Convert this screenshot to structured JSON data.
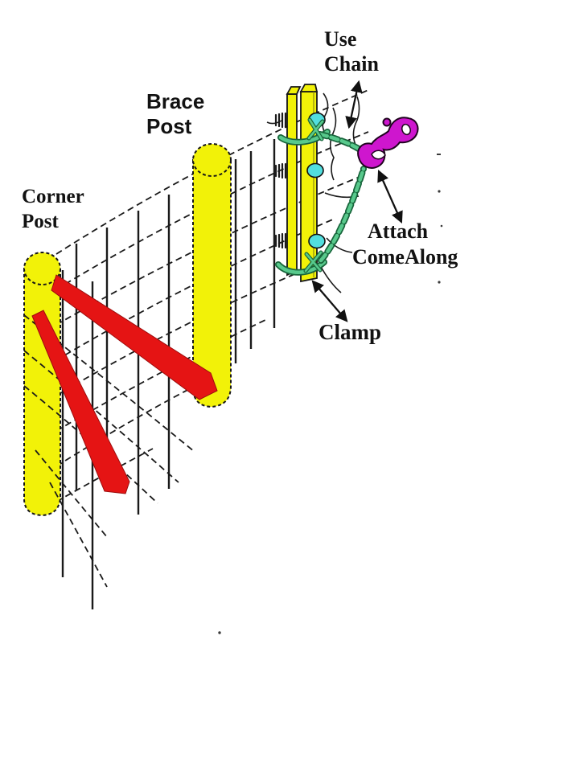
{
  "labels": {
    "use_chain": {
      "line1": "Use",
      "line2": "Chain"
    },
    "brace_post": {
      "line1": "Brace",
      "line2": "Post"
    },
    "corner_post": {
      "line1": "Corner",
      "line2": "Post"
    },
    "attach_comealong": {
      "line1": "Attach",
      "line2": "ComeAlong"
    },
    "clamp": {
      "text": "Clamp"
    }
  },
  "colors": {
    "background": "#ffffff",
    "post_yellow": "#f2f208",
    "brace_red": "#e51414",
    "chain_green": "#58c98c",
    "bolt_cyan": "#52dede",
    "comealong_magenta": "#ce16ce",
    "wire_black": "#1a1a1a"
  }
}
